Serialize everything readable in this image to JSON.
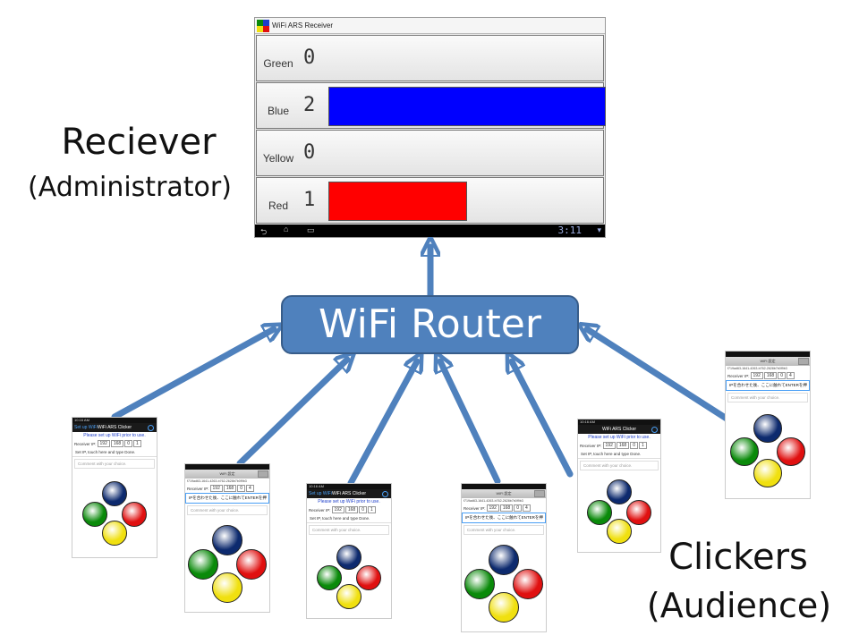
{
  "labels": {
    "receiver_title": "Reciever",
    "receiver_subtitle": "(Administrator)",
    "router": "WiFi Router",
    "clickers_title": "Clickers",
    "clickers_subtitle": "(Audience)"
  },
  "receiver_app": {
    "title": "WiFi ARS Receiver",
    "clock": "3:11",
    "rows": [
      {
        "name": "Green",
        "count": 0,
        "color": "#00a000"
      },
      {
        "name": "Blue",
        "count": 2,
        "color": "#0000ff"
      },
      {
        "name": "Yellow",
        "count": 0,
        "color": "#ffff00"
      },
      {
        "name": "Red",
        "count": 1,
        "color": "#ff0000"
      }
    ],
    "max_count": 2
  },
  "clicker_app": {
    "title": "WiFi ARS Clicker",
    "back": "Set up WiFi",
    "header_jp": "WiFi 設定",
    "uuid": "f719ad63-1641-4263-b762-2628b7b0f9b3",
    "warning": "Please set up WiFi prior to use.",
    "receiver_ip_label": "Receiver IP:",
    "ip": [
      "192",
      "168",
      "0",
      "1"
    ],
    "ip_alt": [
      "192",
      "168",
      "0",
      "4"
    ],
    "instruction_en": "Set IP, touch here and type Done.",
    "instruction_jp": "IPを合わせた後、ここに触れてENTERを押",
    "comment_placeholder": "Comment with your choice.",
    "status_time": "10:16 AM",
    "button_colors": {
      "blue": "#0d2a6e",
      "green": "#0a8a0a",
      "red": "#e01010",
      "yellow": "#f0e010"
    }
  }
}
